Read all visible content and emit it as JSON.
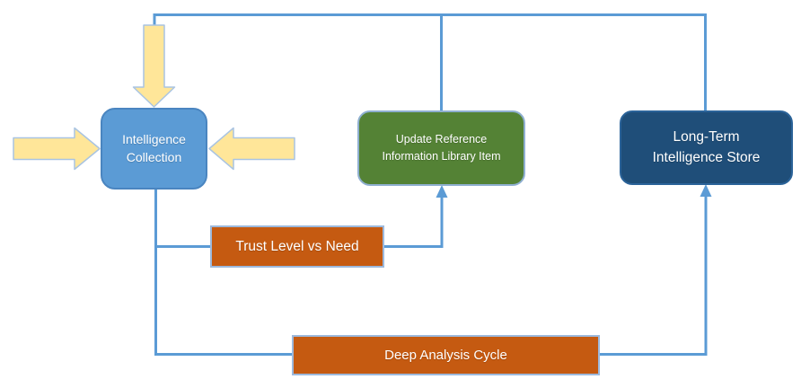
{
  "diagram": {
    "type": "flowchart",
    "nodes": {
      "intelligence_collection": {
        "label": "Intelligence\nCollection",
        "shape": "rounded-rect",
        "fill": "#5B9BD5",
        "border": "#4A85C0",
        "text_color": "#FFFFFF"
      },
      "update_reference": {
        "label": "Update Reference\nInformation Library Item",
        "shape": "rounded-rect",
        "fill": "#548235",
        "border": "#8FAFD0",
        "text_color": "#FFFFFF"
      },
      "long_term_store": {
        "label": "Long-Term\nIntelligence Store",
        "shape": "rounded-rect",
        "fill": "#1F4E79",
        "border": "#2B6399",
        "text_color": "#FFFFFF"
      },
      "trust_level": {
        "label": "Trust Level vs Need",
        "shape": "rect",
        "fill": "#C55A11",
        "border": "#9DB9DC",
        "text_color": "#FFFFFF"
      },
      "deep_analysis": {
        "label": "Deep Analysis Cycle",
        "shape": "rect",
        "fill": "#C55A11",
        "border": "#9DB9DC",
        "text_color": "#FFFFFF"
      }
    },
    "edges": [
      {
        "from": "intelligence_collection",
        "through": "trust_level",
        "to": "update_reference",
        "arrowhead": "at-target-bottom"
      },
      {
        "from": "intelligence_collection",
        "through": "deep_analysis",
        "to": "long_term_store",
        "arrowhead": "at-target-bottom"
      },
      {
        "from": "update_reference",
        "to": "intelligence_collection",
        "arrowhead": "none",
        "route": "top-feedback"
      },
      {
        "from": "long_term_store",
        "to": "intelligence_collection",
        "arrowhead": "none",
        "route": "top-feedback"
      }
    ],
    "input_arrows": [
      {
        "direction": "down",
        "target": "intelligence_collection"
      },
      {
        "direction": "right",
        "target": "intelligence_collection"
      },
      {
        "direction": "left",
        "target": "intelligence_collection"
      }
    ],
    "colors": {
      "connector": "#5B9BD5",
      "input_arrow_fill": "#FFE699",
      "input_arrow_border": "#A9C4E2",
      "background": "#FFFFFF"
    }
  }
}
